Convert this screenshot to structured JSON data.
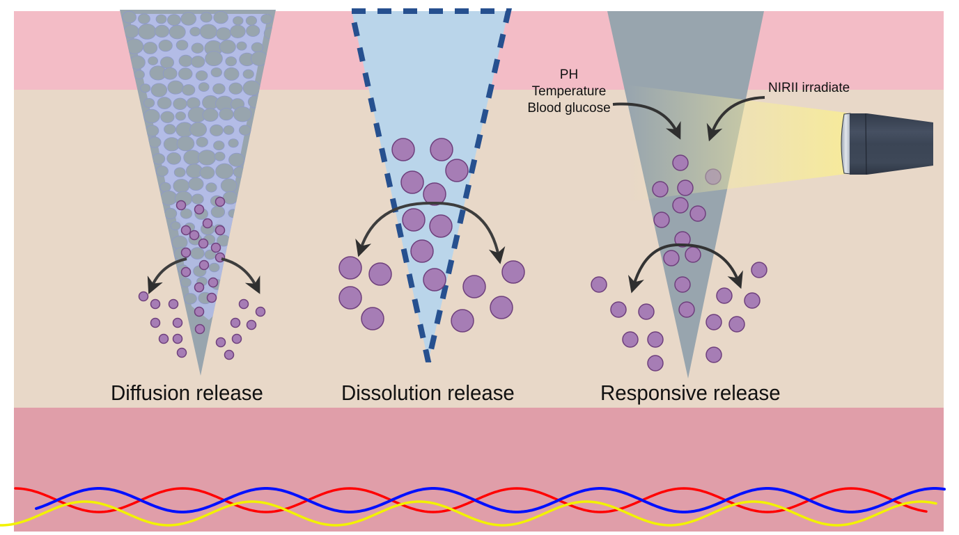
{
  "figure": {
    "title": "Microneedle drug release mechanisms",
    "colors": {
      "epidermis": "#f3bcc6",
      "dermis": "#e8d8c8",
      "subcutis": "#e09ea9",
      "needle_gray": "#98a5ae",
      "porous_network": "#b3bce6",
      "dissolving_needle": "#bad5ea",
      "dashed_outline": "#26508f",
      "particle_fill": "#a67db5",
      "particle_stroke": "#6e3f7c",
      "arrow": "#3a3a3a",
      "light_beam": "#f6ec9e",
      "laser_body": "#3b4555",
      "vessel_red": "#ff0000",
      "vessel_blue": "#0010ff",
      "vessel_yellow": "#f2f200"
    },
    "panels": [
      {
        "id": "diffusion",
        "label": "Diffusion release"
      },
      {
        "id": "dissolution",
        "label": "Dissolution release"
      },
      {
        "id": "responsive",
        "label": "Responsive release"
      }
    ],
    "stimuli": {
      "endogenous": [
        "PH",
        "Temperature",
        "Blood glucose"
      ],
      "exogenous": "NIRII irradiate"
    },
    "layers": [
      "epidermis",
      "dermis",
      "subcutaneous tissue"
    ],
    "vessels": [
      "red-wave",
      "blue-wave",
      "yellow-wave"
    ]
  }
}
